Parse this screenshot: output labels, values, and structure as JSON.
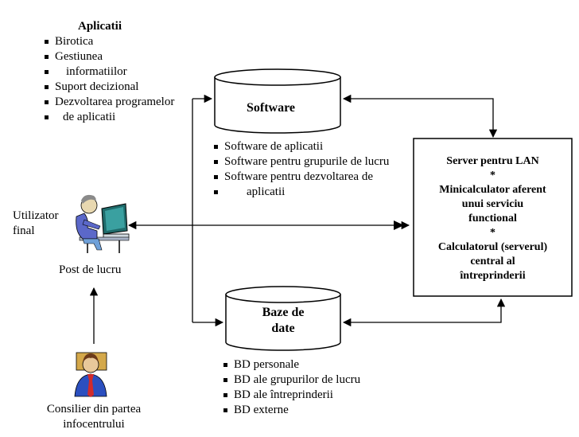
{
  "apps": {
    "title": "Aplicatii",
    "items": [
      "Birotica",
      "Gestiunea",
      "informatiilor",
      "Suport decizional",
      "Dezvoltarea programelor",
      "de aplicatii"
    ]
  },
  "software": {
    "label": "Software",
    "items": [
      "Software de aplicatii",
      "Software pentru grupurile de lucru",
      "Software pentru dezvoltarea de",
      "aplicatii"
    ]
  },
  "server": {
    "lines": [
      "Server pentru LAN",
      "*",
      "Minicalculator aferent",
      "unui serviciu",
      "functional",
      "*",
      "Calculatorul (serverul)",
      "central al",
      "întreprinderii"
    ]
  },
  "user": {
    "label_1": "Utilizator",
    "label_2": "final",
    "caption": "Post de lucru"
  },
  "db": {
    "label_1": "Baze de",
    "label_2": "date",
    "items": [
      "BD personale",
      "BD ale grupurilor de lucru",
      "BD ale întreprinderii",
      "BD externe"
    ]
  },
  "advisor": {
    "label_1": "Consilier din partea",
    "label_2": "infocentrului"
  }
}
